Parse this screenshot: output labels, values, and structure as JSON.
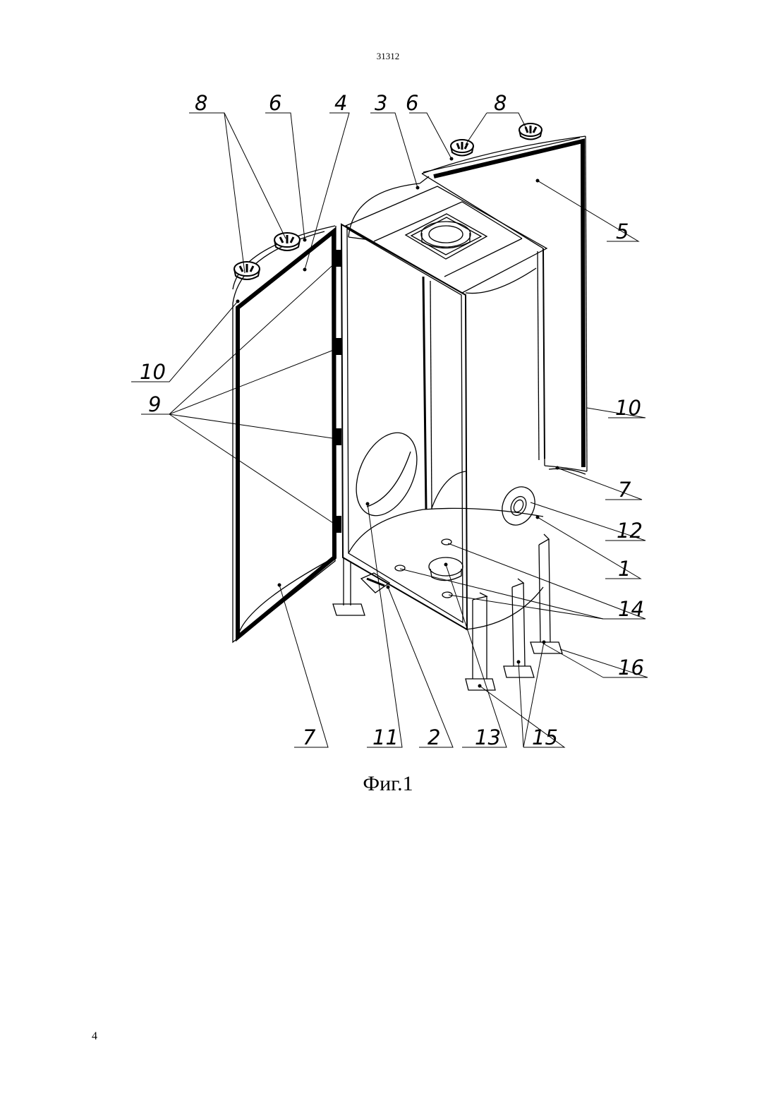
{
  "document": {
    "header": "31312",
    "caption": "Фиг.1",
    "page_number": "4"
  },
  "labels": {
    "l8a": "8",
    "l6a": "6",
    "l4": "4",
    "l3": "3",
    "l6b": "6",
    "l8b": "8",
    "l5": "5",
    "l10a": "10",
    "l9": "9",
    "l10b": "10",
    "l7a": "7",
    "l12": "12",
    "l1": "1",
    "l14": "14",
    "l16": "16",
    "l7b": "7",
    "l11": "11",
    "l2": "2",
    "l13": "13",
    "l15": "15"
  }
}
